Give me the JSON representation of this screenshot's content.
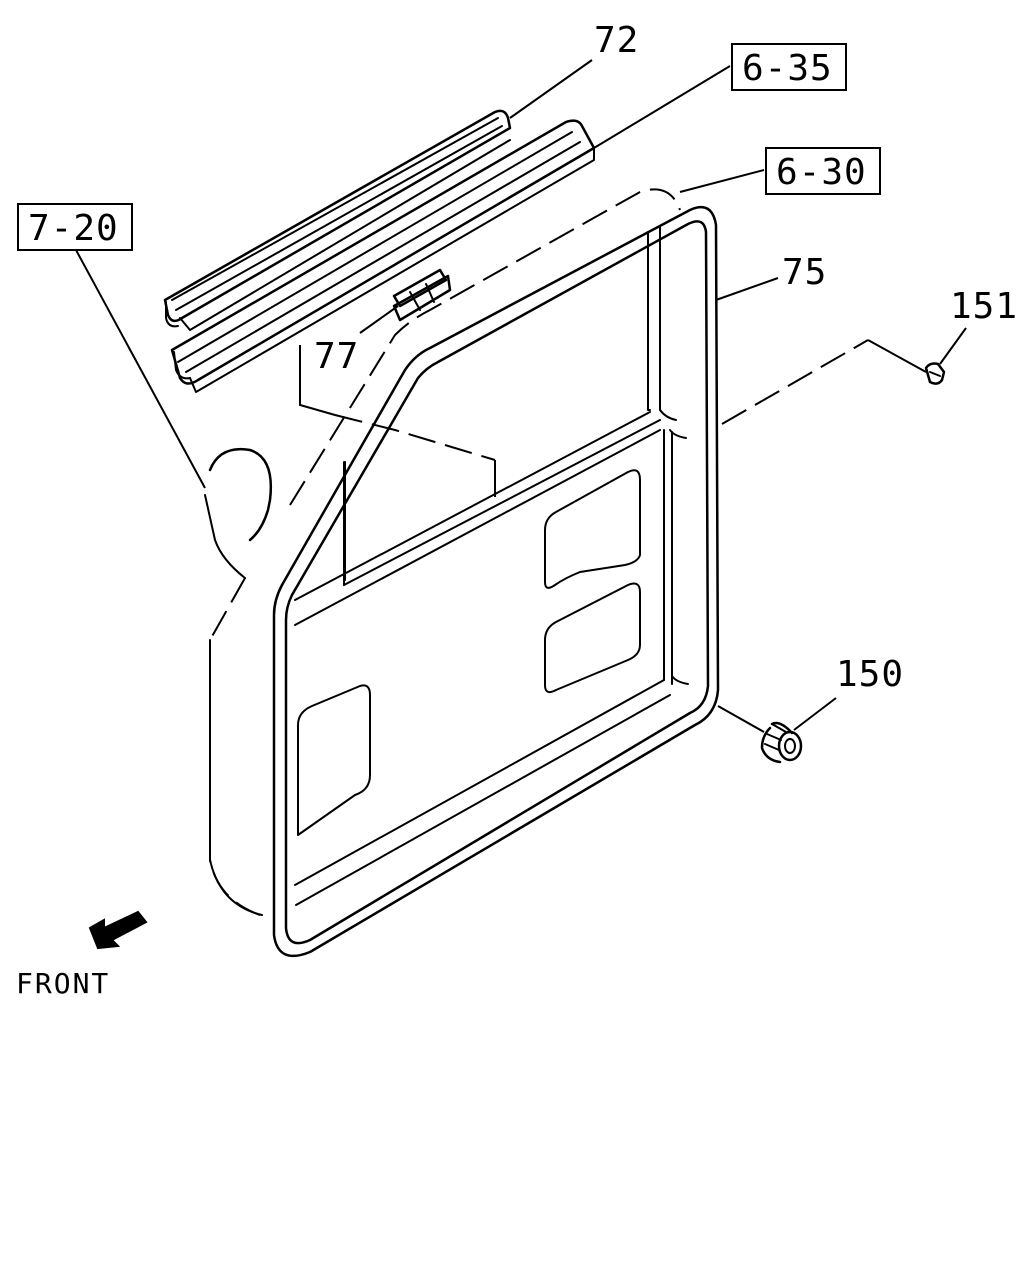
{
  "parts": {
    "p72": {
      "label": "72",
      "boxed": false
    },
    "p635": {
      "label": "6-35",
      "boxed": true
    },
    "p630": {
      "label": "6-30",
      "boxed": true
    },
    "p720": {
      "label": "7-20",
      "boxed": true
    },
    "p75": {
      "label": "75",
      "boxed": false
    },
    "p151": {
      "label": "151",
      "boxed": false
    },
    "p77": {
      "label": "77",
      "boxed": false
    },
    "p150": {
      "label": "150",
      "boxed": false
    }
  },
  "front": {
    "label": "FRONT",
    "icon": "front-arrow-icon"
  }
}
